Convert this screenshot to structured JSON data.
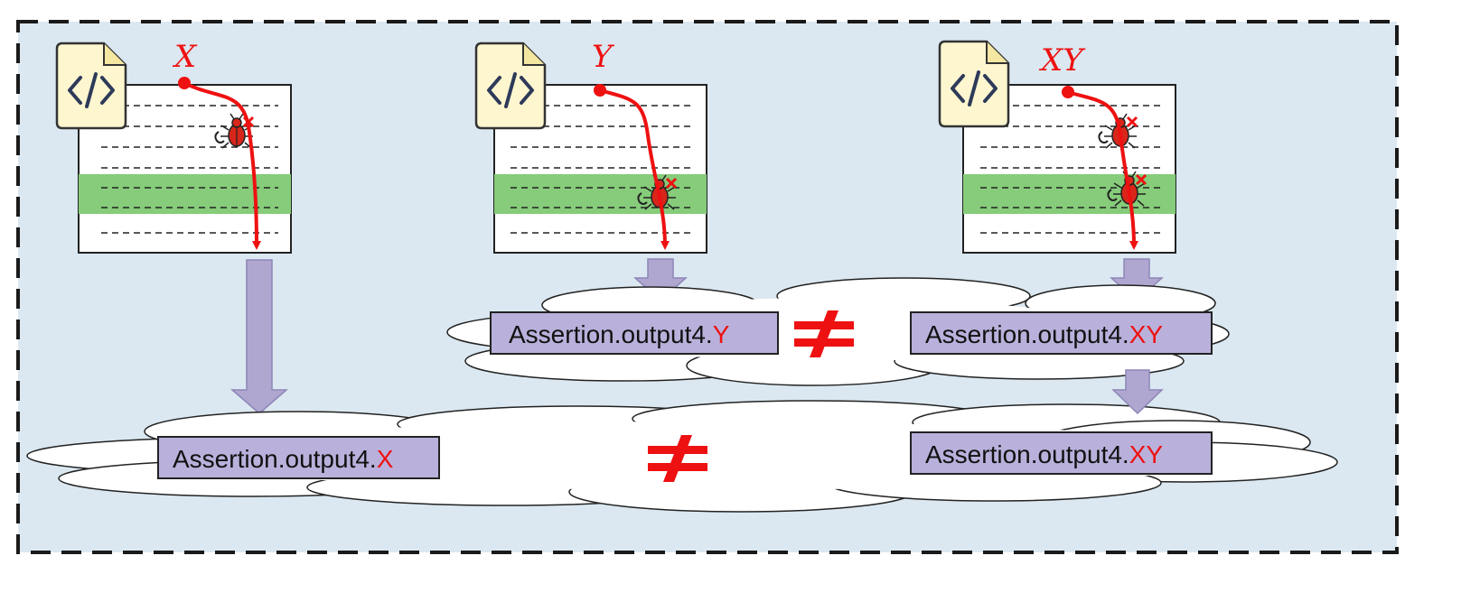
{
  "colors": {
    "panel_bg": "#dbe8f1",
    "highlight_row": "#86cc7a",
    "arrow_fill": "#b0a7d0",
    "box_fill": "#b9b1db",
    "trace_red": "#ee1111",
    "icon_fill": "#fdf6cf"
  },
  "icons": {
    "file": "code-file-icon",
    "bug": "bug-icon"
  },
  "files": [
    {
      "label": "X",
      "bugs": 1,
      "highlight": true
    },
    {
      "label": "Y",
      "bugs": 1,
      "highlight": true
    },
    {
      "label": "XY",
      "bugs": 2,
      "highlight": true
    }
  ],
  "assertions": {
    "y": {
      "prefix": "Assertion.output4.",
      "suffix": "Y"
    },
    "xy_top": {
      "prefix": "Assertion.output4.",
      "suffix": "XY"
    },
    "x": {
      "prefix": "Assertion.output4.",
      "suffix": "X"
    },
    "xy_bottom": {
      "prefix": "Assertion.output4.",
      "suffix": "XY"
    }
  },
  "comparisons": [
    {
      "symbol": "≠",
      "between": [
        "Y",
        "XY"
      ]
    },
    {
      "symbol": "≠",
      "between": [
        "X",
        "XY"
      ]
    }
  ]
}
